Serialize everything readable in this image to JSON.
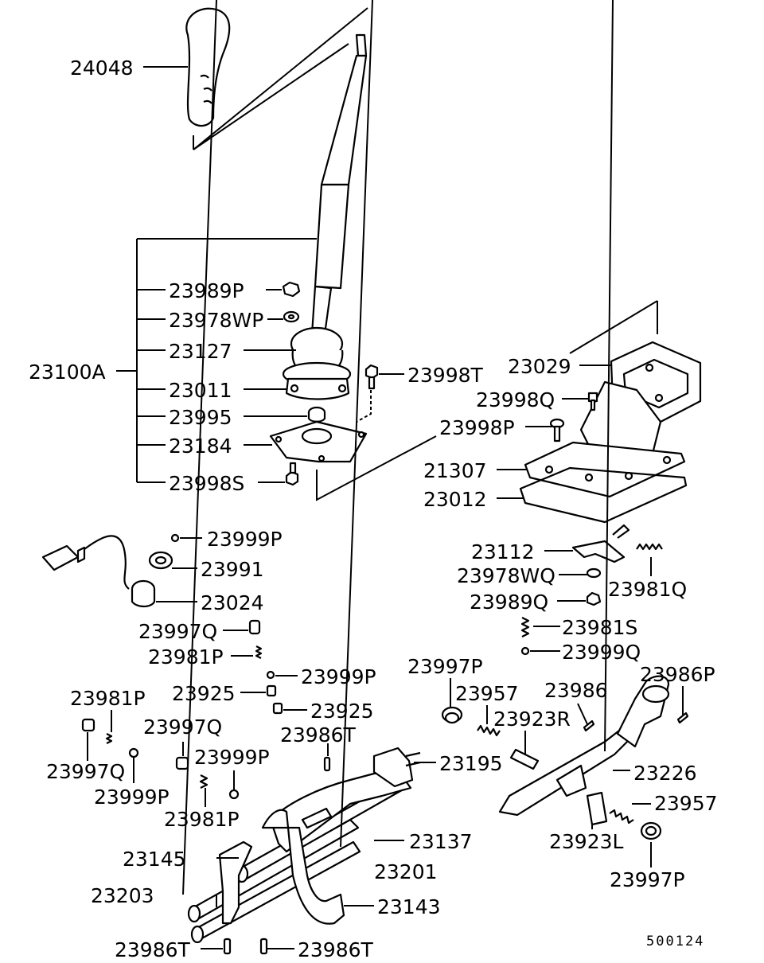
{
  "diagram_code": "500124",
  "callouts": {
    "c24048": "24048",
    "c23100A": "23100A",
    "c23989P": "23989P",
    "c23978WP": "23978WP",
    "c23127": "23127",
    "c23011": "23011",
    "c23995": "23995",
    "c23184": "23184",
    "c23998S": "23998S",
    "c23998T": "23998T",
    "c23029": "23029",
    "c23998Q": "23998Q",
    "c23998P": "23998P",
    "c21307": "21307",
    "c23012": "23012",
    "c23112": "23112",
    "c23978WQ": "23978WQ",
    "c23981Q": "23981Q",
    "c23989Q": "23989Q",
    "c23981S": "23981S",
    "c23999Q": "23999Q",
    "c23999P_a": "23999P",
    "c23991": "23991",
    "c23024": "23024",
    "c23997Q_a": "23997Q",
    "c23981P_a": "23981P",
    "c23999P_b": "23999P",
    "c23925_a": "23925",
    "c23925_b": "23925",
    "c23981P_b": "23981P",
    "c23997Q_b": "23997Q",
    "c23997Q_c": "23997Q",
    "c23999P_c": "23999P",
    "c23999P_d": "23999P",
    "c23981P_c": "23981P",
    "c23986T_a": "23986T",
    "c23997P_a": "23997P",
    "c23957_a": "23957",
    "c23923R": "23923R",
    "c23986": "23986",
    "c23986P": "23986P",
    "c23195": "23195",
    "c23226": "23226",
    "c23957_b": "23957",
    "c23923L": "23923L",
    "c23997P_b": "23997P",
    "c23137": "23137",
    "c23145": "23145",
    "c23201": "23201",
    "c23203": "23203",
    "c23143": "23143",
    "c23986T_b": "23986T",
    "c23986T_c": "23986T"
  }
}
